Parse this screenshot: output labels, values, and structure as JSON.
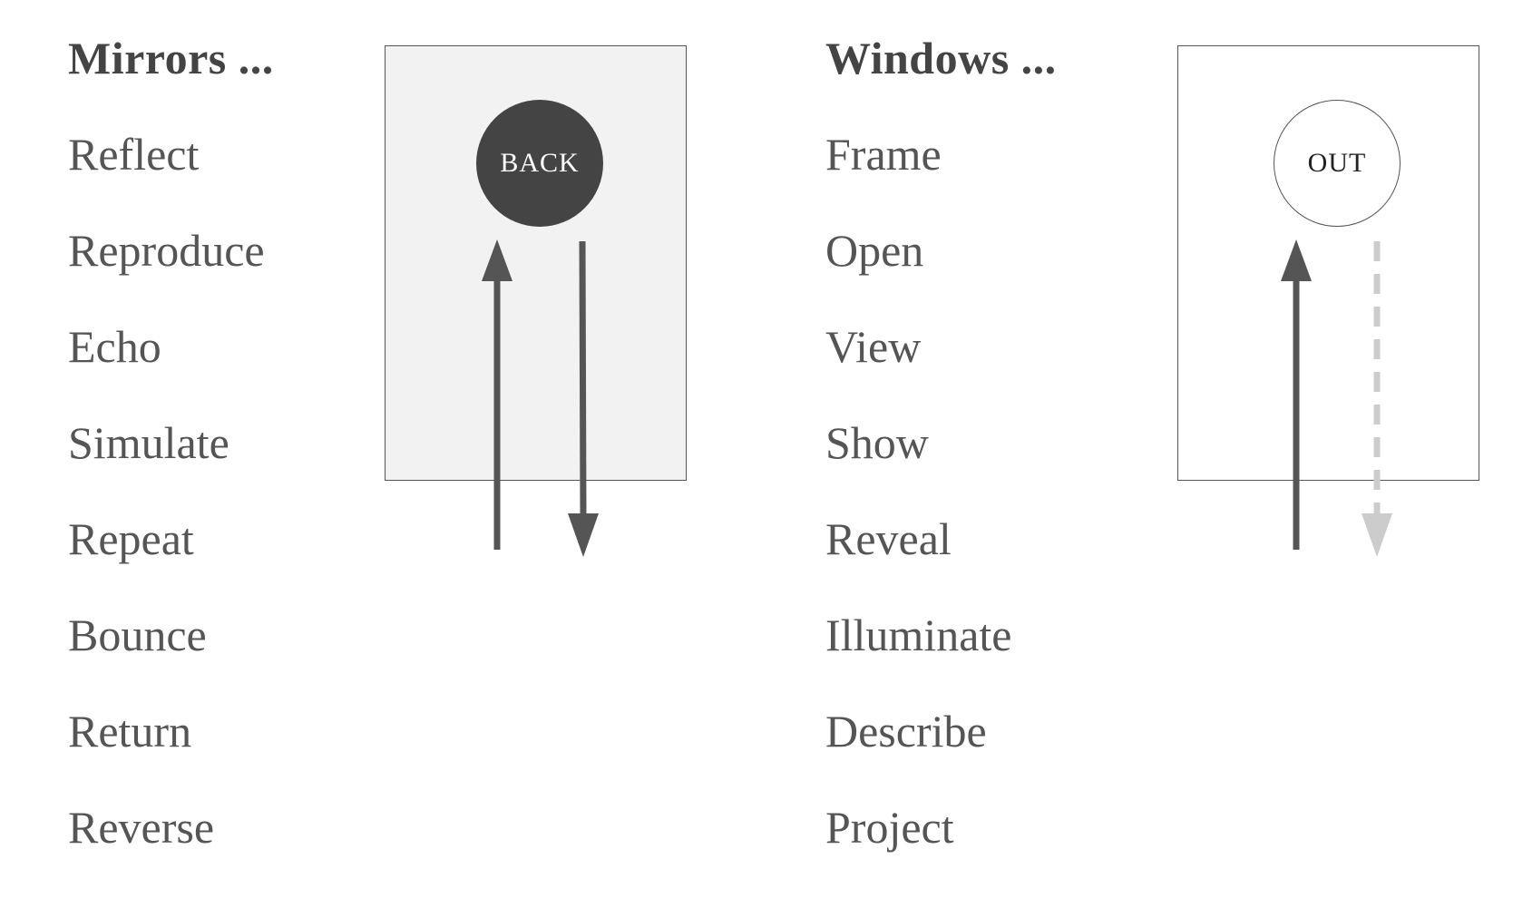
{
  "mirrors": {
    "heading": "Mirrors ...",
    "words": [
      "Reflect",
      "Reproduce",
      "Echo",
      "Simulate",
      "Repeat",
      "Bounce",
      "Return",
      "Reverse"
    ],
    "circle_label": "BACK"
  },
  "windows": {
    "heading": "Windows ...",
    "words": [
      "Frame",
      "Open",
      "View",
      "Show",
      "Reveal",
      "Illuminate",
      "Describe",
      "Project"
    ],
    "circle_label": "OUT"
  },
  "colors": {
    "text": "#555555",
    "arrow": "#555555",
    "arrow_faded": "#cccccc",
    "mirror_fill": "#f2f2f2",
    "back_circle": "#444444"
  }
}
